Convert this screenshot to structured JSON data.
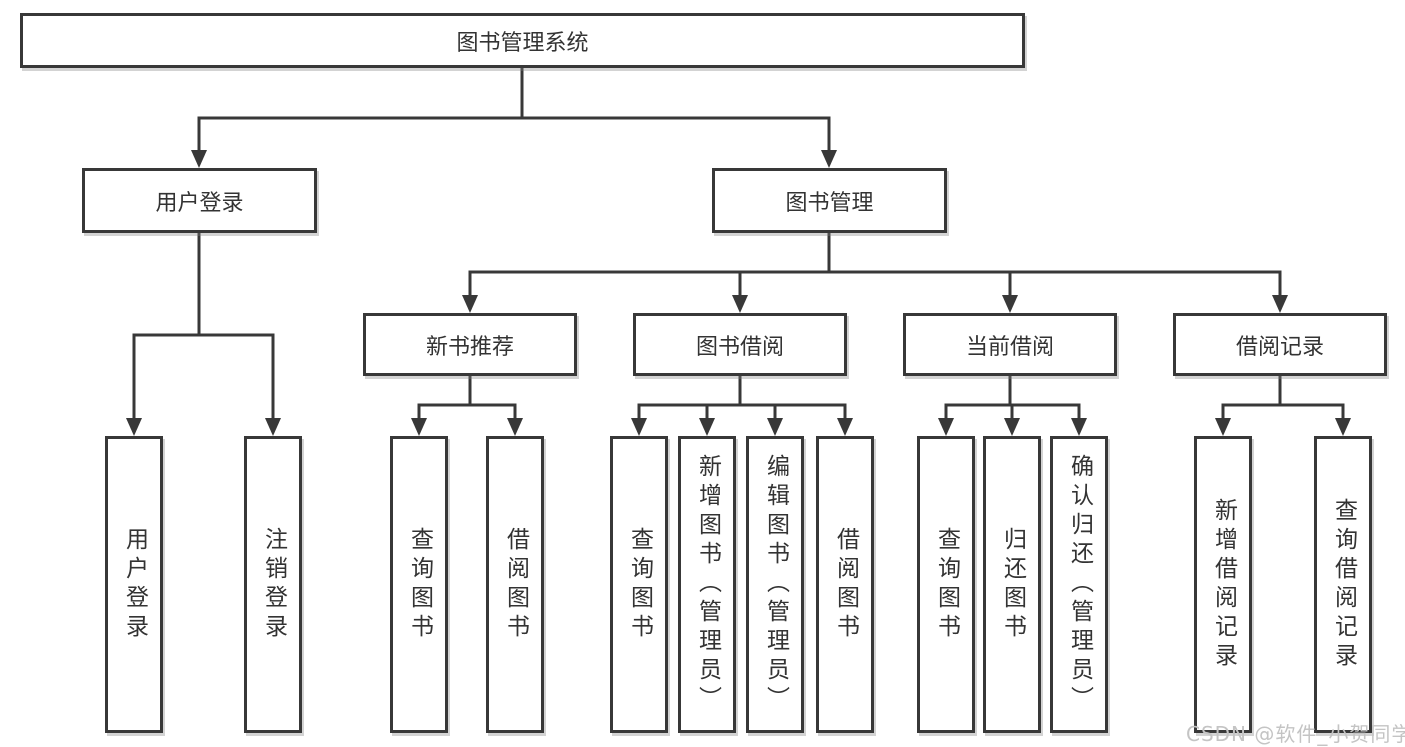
{
  "tree": {
    "label": "图书管理系统",
    "children": [
      {
        "label": "用户登录",
        "children": [
          {
            "label": "用户登录"
          },
          {
            "label": "注销登录"
          }
        ]
      },
      {
        "label": "图书管理",
        "children": [
          {
            "label": "新书推荐",
            "children": [
              {
                "label": "查询图书"
              },
              {
                "label": "借阅图书"
              }
            ]
          },
          {
            "label": "图书借阅",
            "children": [
              {
                "label": "查询图书"
              },
              {
                "label": "新增图书（管理员）"
              },
              {
                "label": "编辑图书（管理员）"
              },
              {
                "label": "借阅图书"
              }
            ]
          },
          {
            "label": "当前借阅",
            "children": [
              {
                "label": "查询图书"
              },
              {
                "label": "归还图书"
              },
              {
                "label": "确认归还（管理员）"
              }
            ]
          },
          {
            "label": "借阅记录",
            "children": [
              {
                "label": "新增借阅记录"
              },
              {
                "label": "查询借阅记录"
              }
            ]
          }
        ]
      }
    ]
  },
  "watermark": {
    "text": "CSDN @软件_小贺同学"
  },
  "colors": {
    "line": "#383838",
    "text": "#333333",
    "box_background": "#ffffff",
    "background": "#ffffff",
    "watermark": "#c4c4c4"
  }
}
